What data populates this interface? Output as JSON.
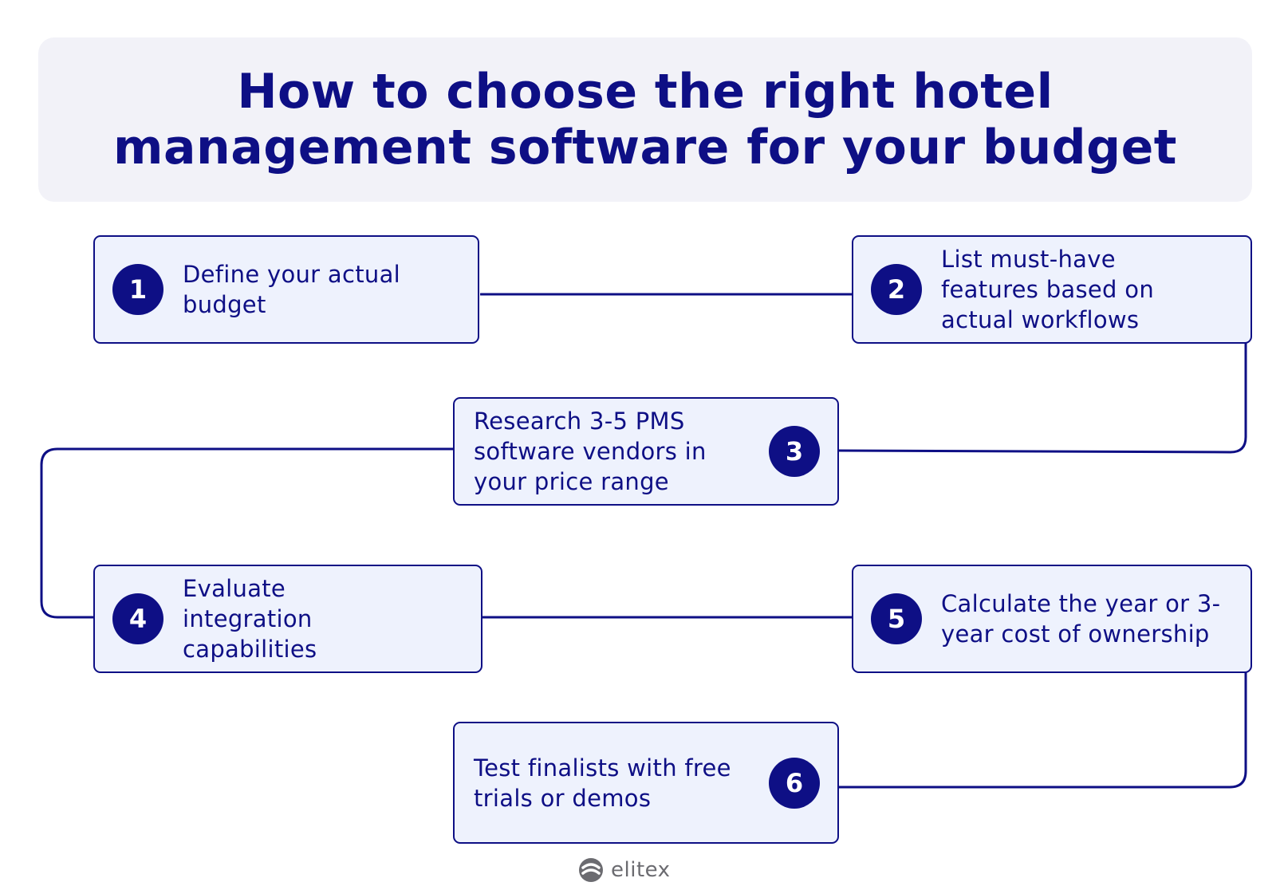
{
  "title": {
    "line1": "How to choose the right hotel",
    "line2": "management software for your budget"
  },
  "steps": [
    {
      "number": "1",
      "text": "Define your actual budget"
    },
    {
      "number": "2",
      "text": "List must-have features based on actual workflows"
    },
    {
      "number": "3",
      "text": "Research 3-5 PMS software vendors in your price range"
    },
    {
      "number": "4",
      "text": "Evaluate integration capabilities"
    },
    {
      "number": "5",
      "text": "Calculate the year or 3-year cost of ownership"
    },
    {
      "number": "6",
      "text": "Test finalists with free trials or demos"
    }
  ],
  "footer": {
    "brand": "elitex",
    "icon": "elitex-logo-icon"
  },
  "colors": {
    "primary": "#0e0f85",
    "header_bg": "#f2f2f8",
    "box_bg": "#eef2fd",
    "footer_gray": "#6b6b70"
  }
}
